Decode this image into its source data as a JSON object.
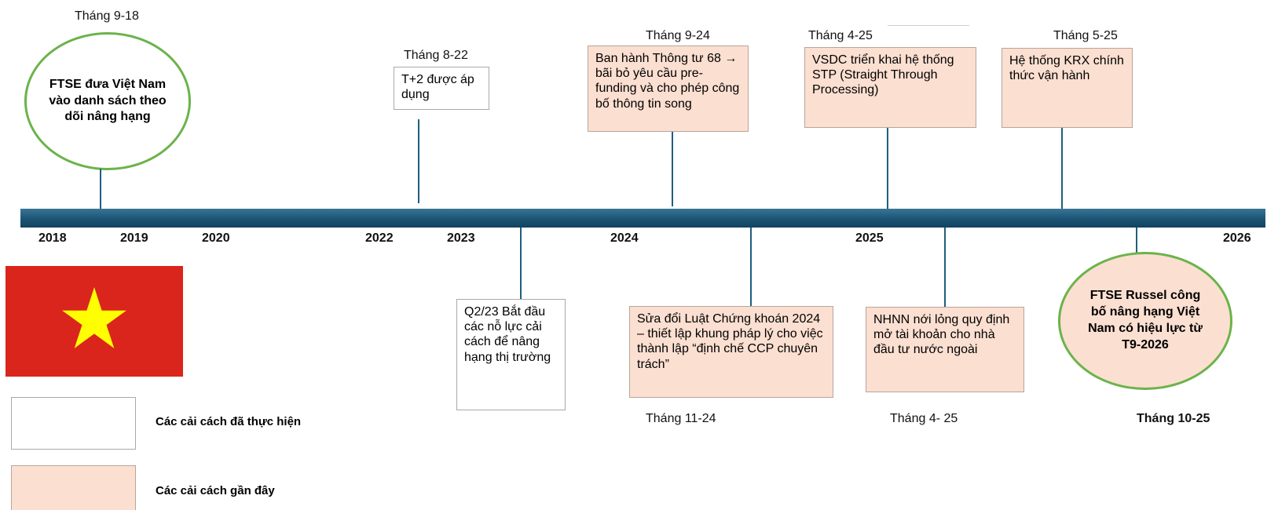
{
  "colors": {
    "timeline": "#1d5677",
    "connector": "#1f5f80",
    "recent_fill": "#fbdfd1",
    "circle_border": "#6bb34a",
    "circle_future_fill": "#fbdfd1",
    "flag_red": "#da251d",
    "flag_star": "#ffff00"
  },
  "years": {
    "y2018": "2018",
    "y2019": "2019",
    "y2020": "2020",
    "y2022": "2022",
    "y2023": "2023",
    "y2024": "2024",
    "y2025": "2025",
    "y2026": "2026"
  },
  "events": {
    "ftse_watchlist": {
      "date": "Tháng 9-18",
      "text": "FTSE đưa Việt Nam vào danh sách theo dõi nâng hạng"
    },
    "t2": {
      "date": "Tháng 8-22",
      "text": "T+2 được áp dụng"
    },
    "q2_23": {
      "text": "Q2/23 Bắt đầu các nỗ lực cải cách để nâng hạng thị trường"
    },
    "circular68": {
      "date": "Tháng 9-24",
      "text": "Ban hành Thông tư 68 → bãi bỏ yêu cầu pre-funding và cho phép công bố thông tin song"
    },
    "securities_law": {
      "date": "Tháng 11-24",
      "text": "Sửa đổi Luật Chứng khoán 2024 – thiết lập khung pháp lý cho việc thành lập “định chế CCP chuyên trách”"
    },
    "vsdc_stp": {
      "date": "Tháng 4-25",
      "text": "VSDC triển khai hệ thống STP (Straight Through Processing)"
    },
    "sbv_accounts": {
      "date": "Tháng 4- 25",
      "text": "NHNN nới lỏng quy định mở tài khoản cho nhà đầu tư nước ngoài"
    },
    "krx": {
      "date": "Tháng 5-25",
      "text": "Hệ thống KRX chính thức vận hành"
    },
    "ftse_upgrade": {
      "date": "Tháng 10-25",
      "text": "FTSE Russel công bố nâng hạng Việt Nam có hiệu lực từ T9-2026"
    }
  },
  "legend": {
    "implemented": "Các cải cách đã thực hiện",
    "recent": "Các cải cách gần đây"
  }
}
